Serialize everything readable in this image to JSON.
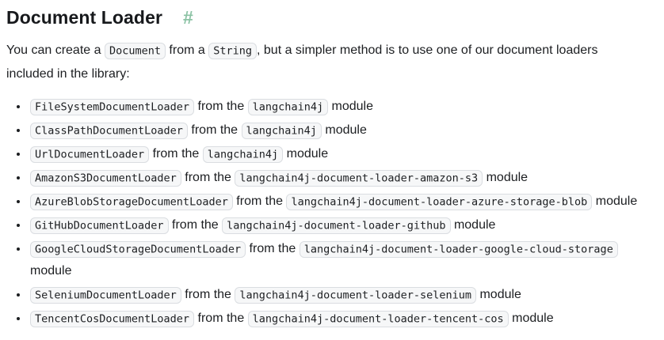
{
  "page": {
    "heading": {
      "text": "Document Loader",
      "anchor_symbol": "#"
    },
    "intro": {
      "seg1": "You can create a ",
      "code1": "Document",
      "seg2": " from a ",
      "code2": "String",
      "seg3": ", but a simpler method is to use one of our document loaders included in the library:"
    },
    "loaders": [
      {
        "class_name": "FileSystemDocumentLoader",
        "connector": "from the",
        "module_name": "langchain4j",
        "suffix": "module"
      },
      {
        "class_name": "ClassPathDocumentLoader",
        "connector": "from the",
        "module_name": "langchain4j",
        "suffix": "module"
      },
      {
        "class_name": "UrlDocumentLoader",
        "connector": "from the",
        "module_name": "langchain4j",
        "suffix": "module"
      },
      {
        "class_name": "AmazonS3DocumentLoader",
        "connector": "from the",
        "module_name": "langchain4j-document-loader-amazon-s3",
        "suffix": "module"
      },
      {
        "class_name": "AzureBlobStorageDocumentLoader",
        "connector": "from the",
        "module_name": "langchain4j-document-loader-azure-storage-blob",
        "suffix": "module"
      },
      {
        "class_name": "GitHubDocumentLoader",
        "connector": "from the",
        "module_name": "langchain4j-document-loader-github",
        "suffix": "module"
      },
      {
        "class_name": "GoogleCloudStorageDocumentLoader",
        "connector": "from the",
        "module_name": "langchain4j-document-loader-google-cloud-storage",
        "suffix": "module"
      },
      {
        "class_name": "SeleniumDocumentLoader",
        "connector": "from the",
        "module_name": "langchain4j-document-loader-selenium",
        "suffix": "module"
      },
      {
        "class_name": "TencentCosDocumentLoader",
        "connector": "from the",
        "module_name": "langchain4j-document-loader-tencent-cos",
        "suffix": "module"
      }
    ],
    "colors": {
      "accent_green": "#8cc3a5",
      "code_background": "#f6f7f8",
      "code_border": "#dadde1",
      "text": "#1c1e21"
    }
  }
}
